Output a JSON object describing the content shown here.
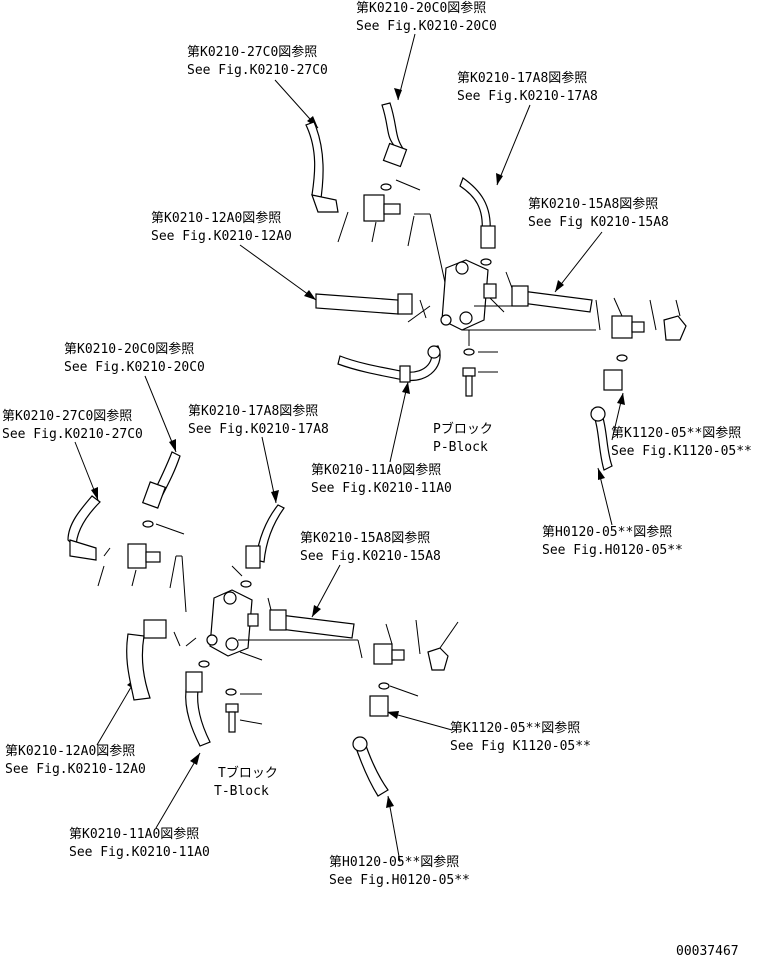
{
  "labels": {
    "k0210_20c0_top_jp": "第K0210-20C0図参照",
    "k0210_20c0_top_en": "See Fig.K0210-20C0",
    "k0210_27c0_top_jp": "第K0210-27C0図参照",
    "k0210_27c0_top_en": "See Fig.K0210-27C0",
    "k0210_17a8_top_jp": "第K0210-17A8図参照",
    "k0210_17a8_top_en": "See Fig.K0210-17A8",
    "k0210_15a8_top_jp": "第K0210-15A8図参照",
    "k0210_15a8_top_en": "See Fig K0210-15A8",
    "k0210_12a0_top_jp": "第K0210-12A0図参照",
    "k0210_12a0_top_en": "See Fig.K0210-12A0",
    "k0210_20c0_mid_jp": "第K0210-20C0図参照",
    "k0210_20c0_mid_en": "See Fig.K0210-20C0",
    "k0210_27c0_mid_jp": "第K0210-27C0図参照",
    "k0210_27c0_mid_en": "See Fig.K0210-27C0",
    "k0210_17a8_mid_jp": "第K0210-17A8図参照",
    "k0210_17a8_mid_en": "See Fig.K0210-17A8",
    "pblock_jp": "Pブロック",
    "pblock_en": "P-Block",
    "k0210_11a0_top_jp": "第K0210-11A0図参照",
    "k0210_11a0_top_en": "See Fig.K0210-11A0",
    "k1120_05_top_jp": "第K1120-05**図参照",
    "k1120_05_top_en": "See Fig.K1120-05**",
    "h0120_05_top_jp": "第H0120-05**図参照",
    "h0120_05_top_en": "See Fig.H0120-05**",
    "k0210_15a8_bot_jp": "第K0210-15A8図参照",
    "k0210_15a8_bot_en": "See Fig.K0210-15A8",
    "k1120_05_bot_jp": "第K1120-05**図参照",
    "k1120_05_bot_en": "See Fig K1120-05**",
    "k0210_12a0_bot_jp": "第K0210-12A0図参照",
    "k0210_12a0_bot_en": "See Fig.K0210-12A0",
    "tblock_jp": "Tブロック",
    "tblock_en": "T-Block",
    "k0210_11a0_bot_jp": "第K0210-11A0図参照",
    "k0210_11a0_bot_en": "See Fig.K0210-11A0",
    "h0120_05_bot_jp": "第H0120-05**図参照",
    "h0120_05_bot_en": "See Fig.H0120-05**",
    "drawing_number": "00037467"
  }
}
